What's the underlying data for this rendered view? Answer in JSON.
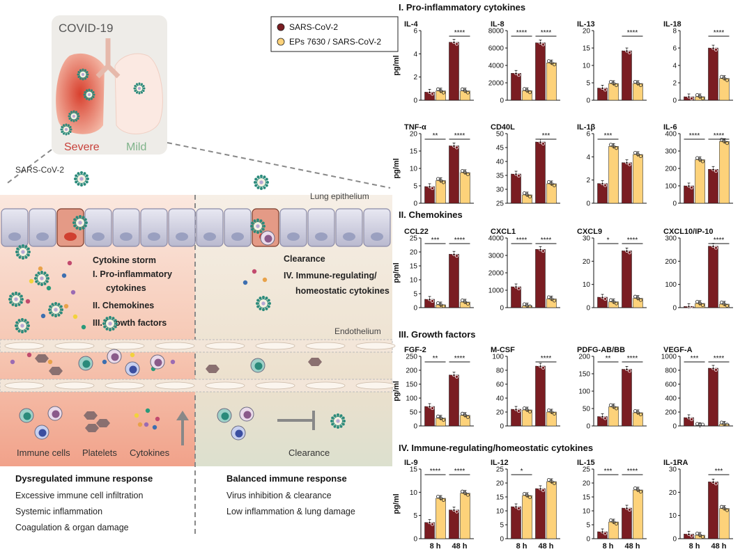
{
  "schematic": {
    "covid_label": "COVID-19",
    "severe_label": "Severe",
    "mild_label": "Mild",
    "virus_label": "SARS-CoV-2",
    "epithelium_label": "Lung epithelium",
    "endothelium_label": "Endothelium",
    "storm_title": "Cytokine storm",
    "storm_items": [
      "I.  Pro-inflammatory",
      "cytokines",
      "II. Chemokines",
      "III. Growth factors"
    ],
    "clearance_label": "Clearance",
    "clearance_items": [
      "IV. Immune-regulating/",
      "homeostatic cytokines"
    ],
    "immune_cells_label": "Immune cells",
    "platelets_label": "Platelets",
    "cytokines_label": "Cytokines",
    "clearance_bottom_label": "Clearance",
    "left_title": "Dysregulated immune response",
    "left_items": [
      "Excessive immune cell infiltration",
      "Systemic inflammation",
      "Coagulation & organ damage"
    ],
    "right_title": "Balanced immune response",
    "right_items": [
      "Virus inhibition & clearance",
      "Low inflammation & lung damage"
    ],
    "colors": {
      "severe": "#c8403a",
      "mild": "#7fb38a",
      "virus": "#2a8a7a"
    }
  },
  "legend": {
    "entries": [
      {
        "name": "SARS-CoV-2",
        "color": "#7a1d22"
      },
      {
        "name": "EPs 7630 / SARS-CoV-2",
        "color": "#fdd27a"
      }
    ]
  },
  "sections": [
    "I. Pro-inflammatory cytokines",
    "II. Chemokines",
    "III. Growth factors",
    "IV. Immune-regulating/homeostatic cytokines"
  ],
  "ylabel": "pg/ml",
  "x_categories": [
    "8 h",
    "48 h"
  ],
  "chart_data": [
    {
      "type": "bar",
      "title": "IL-4",
      "ylim": [
        0,
        6
      ],
      "yticks": [
        0,
        2,
        4,
        6
      ],
      "categories": [
        "8 h",
        "48 h"
      ],
      "series": [
        {
          "name": "SARS-CoV-2",
          "values": [
            0.7,
            5.0
          ]
        },
        {
          "name": "EPs 7630 / SARS-CoV-2",
          "values": [
            0.8,
            0.8
          ]
        }
      ],
      "significance": [
        {
          "group": 1,
          "label": "****"
        }
      ]
    },
    {
      "type": "bar",
      "title": "IL-8",
      "ylim": [
        0,
        8000
      ],
      "yticks": [
        0,
        2000,
        4000,
        6000,
        8000
      ],
      "categories": [
        "8 h",
        "48 h"
      ],
      "series": [
        {
          "name": "SARS-CoV-2",
          "values": [
            3100,
            6600
          ]
        },
        {
          "name": "EPs 7630 / SARS-CoV-2",
          "values": [
            1100,
            4300
          ]
        }
      ],
      "significance": [
        {
          "group": 0,
          "label": "****"
        },
        {
          "group": 1,
          "label": "****"
        }
      ]
    },
    {
      "type": "bar",
      "title": "IL-13",
      "ylim": [
        0,
        20
      ],
      "yticks": [
        0,
        5,
        10,
        15,
        20
      ],
      "categories": [
        "8 h",
        "48 h"
      ],
      "series": [
        {
          "name": "SARS-CoV-2",
          "values": [
            3.5,
            14.2
          ]
        },
        {
          "name": "EPs 7630 / SARS-CoV-2",
          "values": [
            4.8,
            4.8
          ]
        }
      ],
      "significance": [
        {
          "group": 1,
          "label": "****"
        }
      ]
    },
    {
      "type": "bar",
      "title": "IL-18",
      "ylim": [
        0,
        8
      ],
      "yticks": [
        0,
        2,
        4,
        6,
        8
      ],
      "categories": [
        "8 h",
        "48 h"
      ],
      "series": [
        {
          "name": "SARS-CoV-2",
          "values": [
            0.4,
            6.0
          ]
        },
        {
          "name": "EPs 7630 / SARS-CoV-2",
          "values": [
            0.4,
            2.5
          ]
        }
      ],
      "significance": [
        {
          "group": 1,
          "label": "****"
        }
      ]
    },
    {
      "type": "bar",
      "title": "TNF-α",
      "ylim": [
        0,
        20
      ],
      "yticks": [
        0,
        5,
        10,
        15,
        20
      ],
      "categories": [
        "8 h",
        "48 h"
      ],
      "series": [
        {
          "name": "SARS-CoV-2",
          "values": [
            4.8,
            16.5
          ]
        },
        {
          "name": "EPs 7630 / SARS-CoV-2",
          "values": [
            6.5,
            8.8
          ]
        }
      ],
      "significance": [
        {
          "group": 0,
          "label": "**"
        },
        {
          "group": 1,
          "label": "****"
        }
      ]
    },
    {
      "type": "bar",
      "title": "CD40L",
      "ylim": [
        25,
        50
      ],
      "yticks": [
        25,
        30,
        35,
        40,
        45,
        50
      ],
      "categories": [
        "8 h",
        "48 h"
      ],
      "series": [
        {
          "name": "SARS-CoV-2",
          "values": [
            35.5,
            47.0
          ]
        },
        {
          "name": "EPs 7630 / SARS-CoV-2",
          "values": [
            28.0,
            32.0
          ]
        }
      ],
      "significance": [
        {
          "group": 1,
          "label": "***"
        }
      ]
    },
    {
      "type": "bar",
      "title": "IL-1β",
      "ylim": [
        0,
        6
      ],
      "yticks": [
        0,
        2,
        4,
        6
      ],
      "categories": [
        "8 h",
        "48 h"
      ],
      "series": [
        {
          "name": "SARS-CoV-2",
          "values": [
            1.7,
            3.5
          ]
        },
        {
          "name": "EPs 7630 / SARS-CoV-2",
          "values": [
            4.9,
            4.2
          ]
        }
      ],
      "significance": [
        {
          "group": 0,
          "label": "***"
        }
      ]
    },
    {
      "type": "bar",
      "title": "IL-6",
      "ylim": [
        0,
        400
      ],
      "yticks": [
        0,
        100,
        200,
        300,
        400
      ],
      "categories": [
        "8 h",
        "48 h"
      ],
      "series": [
        {
          "name": "SARS-CoV-2",
          "values": [
            100,
            195
          ]
        },
        {
          "name": "EPs 7630 / SARS-CoV-2",
          "values": [
            250,
            355
          ]
        }
      ],
      "significance": [
        {
          "group": 0,
          "label": "****"
        },
        {
          "group": 1,
          "label": "****"
        }
      ]
    },
    {
      "type": "bar",
      "title": "CCL22",
      "ylim": [
        0,
        25
      ],
      "yticks": [
        0,
        5,
        10,
        15,
        20,
        25
      ],
      "categories": [
        "8 h",
        "48 h"
      ],
      "series": [
        {
          "name": "SARS-CoV-2",
          "values": [
            3.0,
            19.2
          ]
        },
        {
          "name": "EPs 7630 / SARS-CoV-2",
          "values": [
            1.0,
            2.0
          ]
        }
      ],
      "significance": [
        {
          "group": 0,
          "label": "***"
        },
        {
          "group": 1,
          "label": "****"
        }
      ]
    },
    {
      "type": "bar",
      "title": "CXCL1",
      "ylim": [
        0,
        4000
      ],
      "yticks": [
        0,
        1000,
        2000,
        3000,
        4000
      ],
      "categories": [
        "8 h",
        "48 h"
      ],
      "series": [
        {
          "name": "SARS-CoV-2",
          "values": [
            1200,
            3350
          ]
        },
        {
          "name": "EPs 7630 / SARS-CoV-2",
          "values": [
            100,
            500
          ]
        }
      ],
      "significance": [
        {
          "group": 0,
          "label": "****"
        },
        {
          "group": 1,
          "label": "****"
        }
      ]
    },
    {
      "type": "bar",
      "title": "CXCL9",
      "ylim": [
        0,
        30
      ],
      "yticks": [
        0,
        10,
        20,
        30
      ],
      "categories": [
        "8 h",
        "48 h"
      ],
      "series": [
        {
          "name": "SARS-CoV-2",
          "values": [
            4.5,
            24.5
          ]
        },
        {
          "name": "EPs 7630 / SARS-CoV-2",
          "values": [
            2.5,
            4.0
          ]
        }
      ],
      "significance": [
        {
          "group": 0,
          "label": "*"
        },
        {
          "group": 1,
          "label": "****"
        }
      ]
    },
    {
      "type": "bar",
      "title": "CXCL10/IP-10",
      "ylim": [
        0,
        300
      ],
      "yticks": [
        0,
        100,
        200,
        300
      ],
      "categories": [
        "8 h",
        "48 h"
      ],
      "series": [
        {
          "name": "SARS-CoV-2",
          "values": [
            5,
            265
          ]
        },
        {
          "name": "EPs 7630 / SARS-CoV-2",
          "values": [
            18,
            15
          ]
        }
      ],
      "significance": [
        {
          "group": 1,
          "label": "****"
        }
      ]
    },
    {
      "type": "bar",
      "title": "FGF-2",
      "ylim": [
        0,
        250
      ],
      "yticks": [
        0,
        50,
        100,
        150,
        200,
        250
      ],
      "categories": [
        "8 h",
        "48 h"
      ],
      "series": [
        {
          "name": "SARS-CoV-2",
          "values": [
            70,
            183
          ]
        },
        {
          "name": "EPs 7630 / SARS-CoV-2",
          "values": [
            28,
            38
          ]
        }
      ],
      "significance": [
        {
          "group": 0,
          "label": "**"
        },
        {
          "group": 1,
          "label": "****"
        }
      ]
    },
    {
      "type": "bar",
      "title": "M-CSF",
      "ylim": [
        0,
        100
      ],
      "yticks": [
        0,
        20,
        40,
        60,
        80,
        100
      ],
      "categories": [
        "8 h",
        "48 h"
      ],
      "series": [
        {
          "name": "SARS-CoV-2",
          "values": [
            24,
            86
          ]
        },
        {
          "name": "EPs 7630 / SARS-CoV-2",
          "values": [
            23,
            20
          ]
        }
      ],
      "significance": [
        {
          "group": 1,
          "label": "****"
        }
      ]
    },
    {
      "type": "bar",
      "title": "PDFG-AB/BB",
      "ylim": [
        0,
        200
      ],
      "yticks": [
        0,
        50,
        100,
        150,
        200
      ],
      "categories": [
        "8 h",
        "48 h"
      ],
      "series": [
        {
          "name": "SARS-CoV-2",
          "values": [
            27,
            163
          ]
        },
        {
          "name": "EPs 7630 / SARS-CoV-2",
          "values": [
            55,
            38
          ]
        }
      ],
      "significance": [
        {
          "group": 0,
          "label": "**"
        },
        {
          "group": 1,
          "label": "****"
        }
      ]
    },
    {
      "type": "bar",
      "title": "VEGF-A",
      "ylim": [
        0,
        1000
      ],
      "yticks": [
        0,
        200,
        400,
        600,
        800,
        1000
      ],
      "categories": [
        "8 h",
        "48 h"
      ],
      "series": [
        {
          "name": "SARS-CoV-2",
          "values": [
            120,
            830
          ]
        },
        {
          "name": "EPs 7630 / SARS-CoV-2",
          "values": [
            5,
            25
          ]
        }
      ],
      "significance": [
        {
          "group": 0,
          "label": "***"
        },
        {
          "group": 1,
          "label": "****"
        }
      ]
    },
    {
      "type": "bar",
      "title": "IL-9",
      "ylim": [
        0,
        15
      ],
      "yticks": [
        0,
        5,
        10,
        15
      ],
      "categories": [
        "8 h",
        "48 h"
      ],
      "series": [
        {
          "name": "SARS-CoV-2",
          "values": [
            3.5,
            6.2
          ]
        },
        {
          "name": "EPs 7630 / SARS-CoV-2",
          "values": [
            8.7,
            9.8
          ]
        }
      ],
      "significance": [
        {
          "group": 0,
          "label": "****"
        },
        {
          "group": 1,
          "label": "****"
        }
      ]
    },
    {
      "type": "bar",
      "title": "IL-12",
      "ylim": [
        0,
        25
      ],
      "yticks": [
        0,
        5,
        10,
        15,
        20,
        25
      ],
      "categories": [
        "8 h",
        "48 h"
      ],
      "series": [
        {
          "name": "SARS-CoV-2",
          "values": [
            11.5,
            18.0
          ]
        },
        {
          "name": "EPs 7630 / SARS-CoV-2",
          "values": [
            15.5,
            20.5
          ]
        }
      ],
      "significance": [
        {
          "group": 0,
          "label": "*"
        }
      ]
    },
    {
      "type": "bar",
      "title": "IL-15",
      "ylim": [
        0,
        25
      ],
      "yticks": [
        0,
        5,
        10,
        15,
        20,
        25
      ],
      "categories": [
        "8 h",
        "48 h"
      ],
      "series": [
        {
          "name": "SARS-CoV-2",
          "values": [
            2.5,
            11.0
          ]
        },
        {
          "name": "EPs 7630 / SARS-CoV-2",
          "values": [
            6.0,
            17.5
          ]
        }
      ],
      "significance": [
        {
          "group": 0,
          "label": "***"
        },
        {
          "group": 1,
          "label": "****"
        }
      ]
    },
    {
      "type": "bar",
      "title": "IL-1RA",
      "ylim": [
        0,
        30
      ],
      "yticks": [
        0,
        10,
        20,
        30
      ],
      "categories": [
        "8 h",
        "48 h"
      ],
      "series": [
        {
          "name": "SARS-CoV-2",
          "values": [
            2.0,
            24.5
          ]
        },
        {
          "name": "EPs 7630 / SARS-CoV-2",
          "values": [
            1.5,
            13.0
          ]
        }
      ],
      "significance": [
        {
          "group": 1,
          "label": "***"
        }
      ]
    }
  ]
}
